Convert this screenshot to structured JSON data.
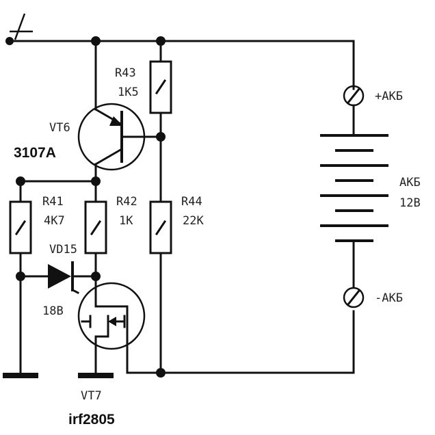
{
  "supply": {
    "plus_sign": "+"
  },
  "vt6": {
    "ref": "VT6",
    "part": "3107A"
  },
  "r43": {
    "ref": "R43",
    "value": "1К5"
  },
  "r41": {
    "ref": "R41",
    "value": "4К7"
  },
  "r42": {
    "ref": "R42",
    "value": "1К"
  },
  "r44": {
    "ref": "R44",
    "value": "22К"
  },
  "vd15": {
    "ref": "VD15",
    "value": "18В"
  },
  "vt7": {
    "ref": "VT7",
    "part": "irf2805"
  },
  "battery": {
    "plus_terminal": "+АКБ",
    "minus_terminal": "-АКБ",
    "name": "АКБ",
    "voltage": "12В"
  }
}
